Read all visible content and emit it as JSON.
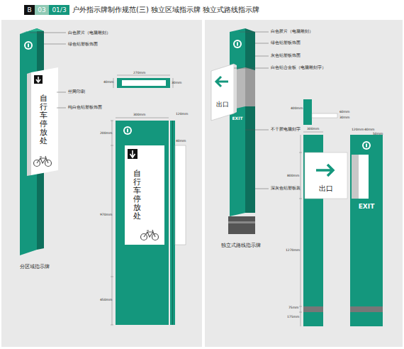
{
  "diagram": {
    "title": "户外指示牌制作规范(三) 独立区域指示牌 独立式路线指示牌",
    "nodes": [
      {
        "text": [
          "B"
        ]
      },
      {
        "text": [
          "03"
        ]
      },
      {
        "text": [
          "01/3"
        ]
      },
      {
        "text": [
          "自行车停放处"
        ]
      },
      {
        "text": [
          "自行车停放处"
        ]
      },
      {
        "text": [
          "出口"
        ]
      },
      {
        "text": [
          "EXIT"
        ]
      },
      {
        "text": [
          "出口"
        ]
      },
      {
        "text": [
          "EXIT"
        ]
      }
    ],
    "labels": [
      "白色胶片（电脑雕刻）",
      "绿色铝塑板饰面",
      "丝网印刷",
      "纯白色铝塑板饰面",
      "分区域指示牌",
      "270mm",
      "40mm",
      "30mm",
      "300mm",
      "200mm",
      "970mm",
      "450mm",
      "120mm",
      "40mm",
      "白色胶片（电脑雕刻）",
      "绿色铝塑板饰面",
      "灰色铝塑板饰面",
      "白色铝合金板（电脑雕刻字）",
      "不干胶电脑刻字",
      "深灰色铝塑板装",
      "独立式路线指示牌",
      "400mm",
      "60mm",
      "30mm",
      "300mm",
      "800mm",
      "1270mm",
      "75mm",
      "175mm",
      "120mm",
      "40mm",
      "50mm"
    ]
  }
}
